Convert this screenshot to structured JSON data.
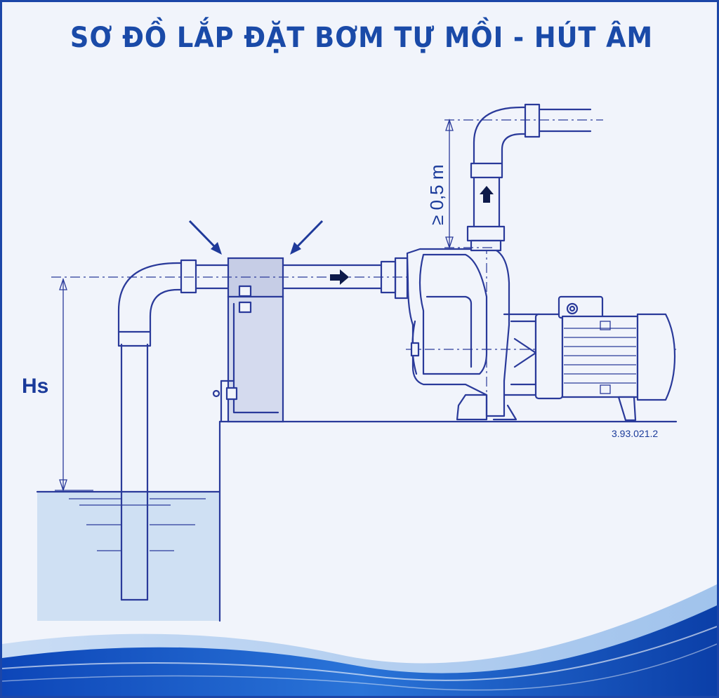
{
  "title": "SƠ ĐỒ LẮP ĐẶT BƠM TỰ MỒI - HÚT ÂM",
  "labels": {
    "suction_height": "Hs",
    "discharge_min_height": "≥ 0,5 m",
    "drawing_code": "3.93.021.2"
  },
  "colors": {
    "title": "#1a4aa8",
    "border": "#1c46a8",
    "line": "#2a3a9a",
    "water": "#cfe0f3",
    "wave": "#1f5fc8"
  },
  "icons": {
    "flow_arrow": "arrow-right-icon",
    "discharge_arrow": "arrow-up-icon",
    "pointer_arrows": "diagonal-arrow-icon"
  }
}
